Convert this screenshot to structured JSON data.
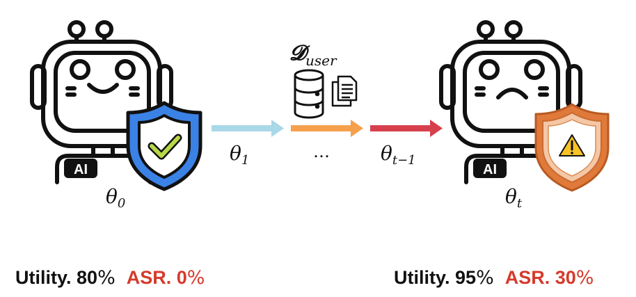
{
  "labels": {
    "theta0": "θ",
    "theta0_sub": "0",
    "theta1": "θ",
    "theta1_sub": "1",
    "ellipsis": "…",
    "theta_t1": "θ",
    "theta_t1_sub": "t−1",
    "theta_t": "θ",
    "theta_t_sub": "t",
    "dataset": "𝓓",
    "dataset_sub": "user"
  },
  "robots": {
    "left_badge": "AI",
    "right_badge": "AI"
  },
  "stats": {
    "left": {
      "utility_label": "Utility. ",
      "utility_value": "80",
      "utility_unit": "%",
      "asr_label": "ASR. ",
      "asr_value": "0",
      "asr_unit": "%"
    },
    "right": {
      "utility_label": "Utility. ",
      "utility_value": "95",
      "utility_unit": "%",
      "asr_label": "ASR. ",
      "asr_value": "30",
      "asr_unit": "%"
    }
  },
  "colors": {
    "arrow1": "#a9d8e8",
    "arrow2": "#f6a04d",
    "arrow3": "#d6404d",
    "shield_blue": "#3b82e6",
    "shield_orange": "#e07a3a",
    "asr_red": "#d53a2b"
  }
}
